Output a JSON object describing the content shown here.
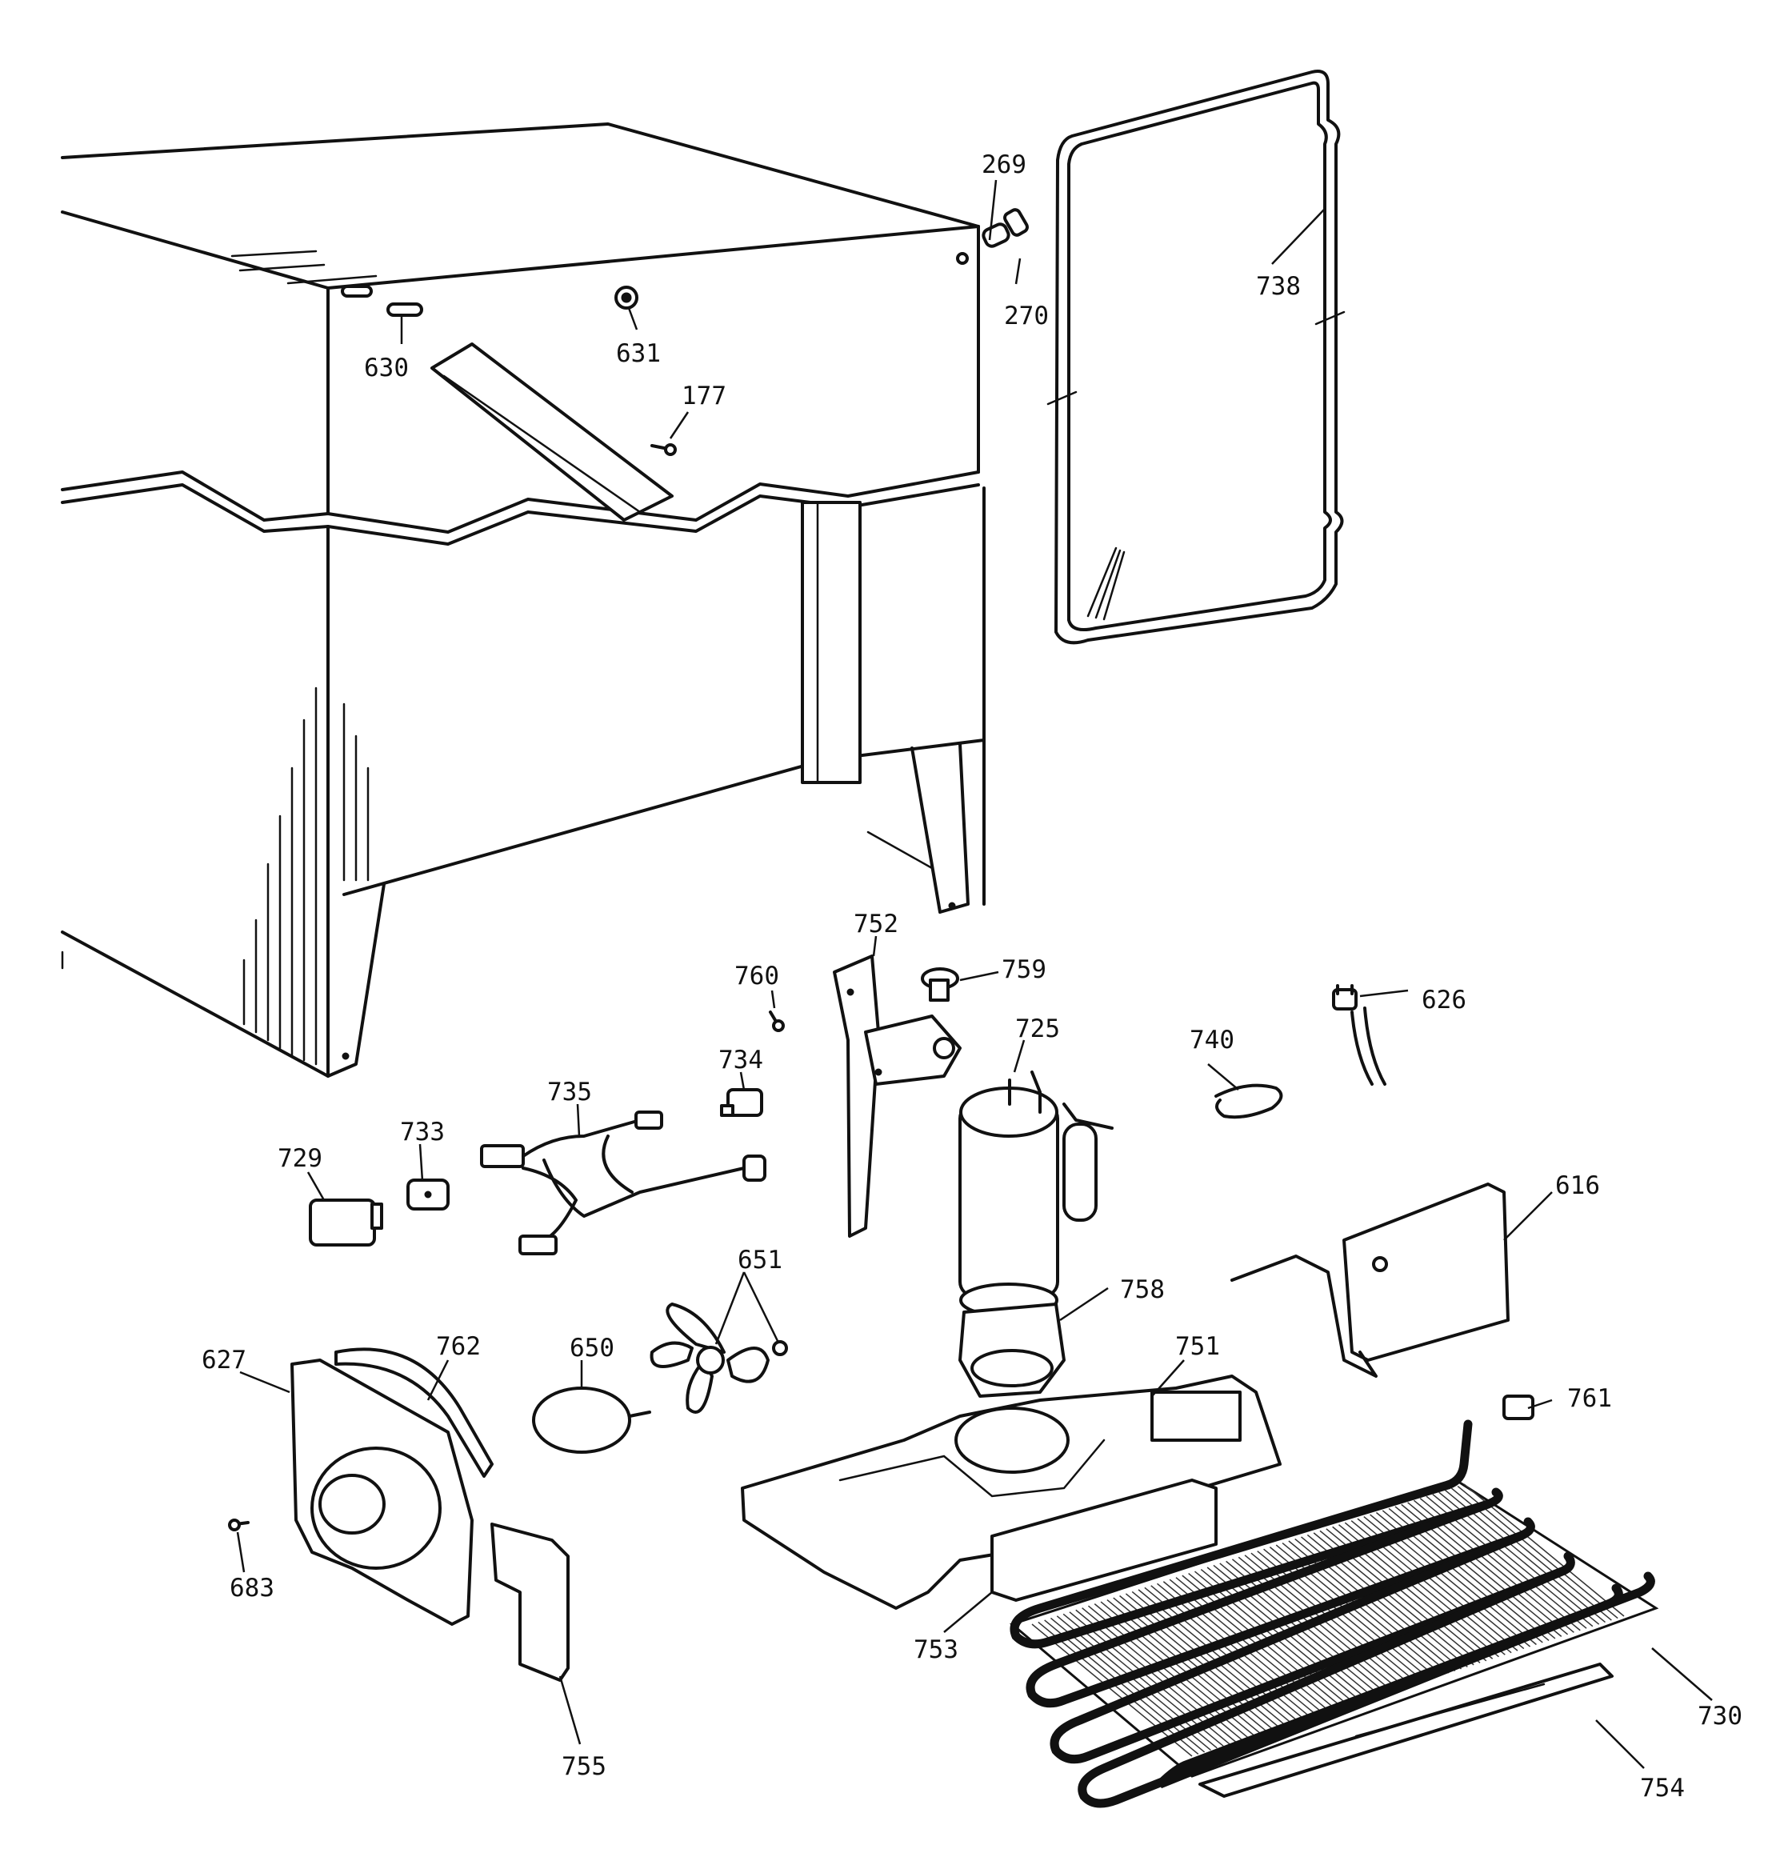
{
  "callouts": [
    {
      "id": "c269",
      "text": "269"
    },
    {
      "id": "c270",
      "text": "270"
    },
    {
      "id": "c738",
      "text": "738"
    },
    {
      "id": "c630",
      "text": "630"
    },
    {
      "id": "c631",
      "text": "631"
    },
    {
      "id": "c177",
      "text": "177"
    },
    {
      "id": "c752",
      "text": "752"
    },
    {
      "id": "c760",
      "text": "760"
    },
    {
      "id": "c759",
      "text": "759"
    },
    {
      "id": "c725",
      "text": "725"
    },
    {
      "id": "c740",
      "text": "740"
    },
    {
      "id": "c626",
      "text": "626"
    },
    {
      "id": "c734",
      "text": "734"
    },
    {
      "id": "c735",
      "text": "735"
    },
    {
      "id": "c733",
      "text": "733"
    },
    {
      "id": "c729",
      "text": "729"
    },
    {
      "id": "c616",
      "text": "616"
    },
    {
      "id": "c651",
      "text": "651"
    },
    {
      "id": "c758",
      "text": "758"
    },
    {
      "id": "c650",
      "text": "650"
    },
    {
      "id": "c762",
      "text": "762"
    },
    {
      "id": "c627",
      "text": "627"
    },
    {
      "id": "c751",
      "text": "751"
    },
    {
      "id": "c761",
      "text": "761"
    },
    {
      "id": "c683",
      "text": "683"
    },
    {
      "id": "c753",
      "text": "753"
    },
    {
      "id": "c755",
      "text": "755"
    },
    {
      "id": "c730",
      "text": "730"
    },
    {
      "id": "c754",
      "text": "754"
    }
  ]
}
